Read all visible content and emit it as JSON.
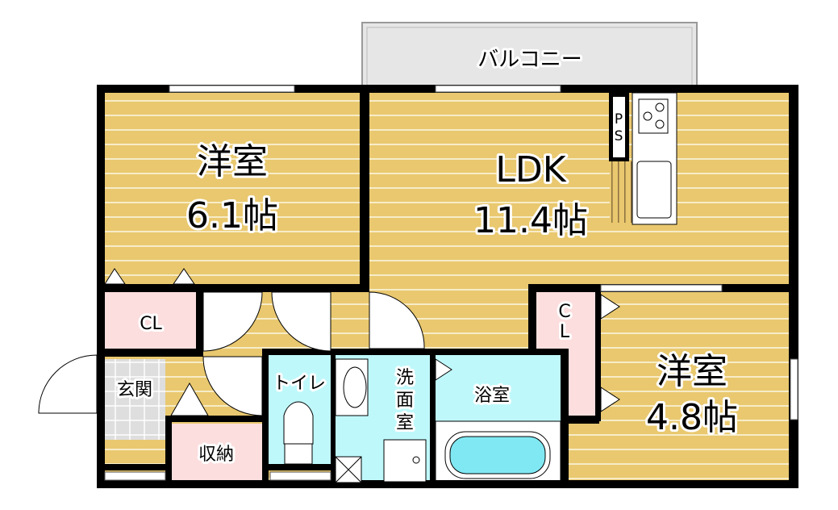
{
  "balcony": {
    "label": "バルコニー"
  },
  "rooms": {
    "western_1": {
      "name": "洋室",
      "size": "6.1帖"
    },
    "ldk": {
      "name": "LDK",
      "size": "11.4帖"
    },
    "western_2": {
      "name": "洋室",
      "size": "4.8帖"
    },
    "closet_1": {
      "label": "CL"
    },
    "closet_2": {
      "label_1": "C",
      "label_2": "L"
    },
    "entrance": {
      "label": "玄関"
    },
    "storage": {
      "label": "収納"
    },
    "toilet": {
      "label": "トイレ"
    },
    "washroom": {
      "label_1": "洗",
      "label_2": "面",
      "label_3": "室"
    },
    "bathroom": {
      "label": "浴室"
    },
    "pipe_space": {
      "label_1": "P",
      "label_2": "S"
    }
  },
  "colors": {
    "floor": "#e9c86f",
    "closet": "#fcdede",
    "wet": "#bff8fb",
    "tile": "#dedede",
    "wall": "#000000"
  }
}
